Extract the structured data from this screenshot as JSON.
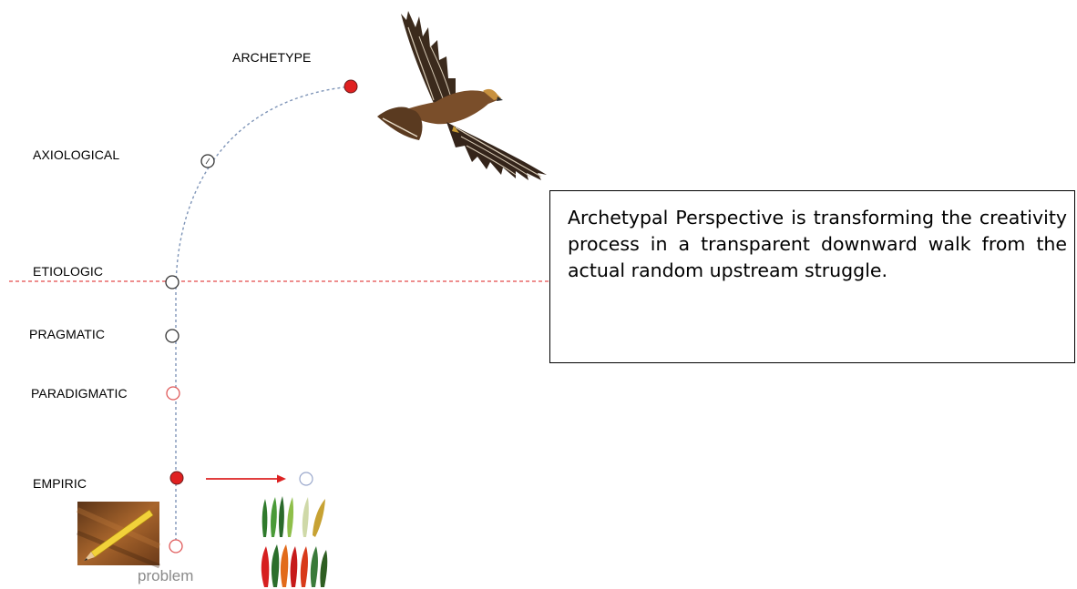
{
  "levels": {
    "archetype": "ARCHETYPE",
    "axiological": "AXIOLOGICAL",
    "etiologic": "ETIOLOGIC",
    "pragmatic": "PRAGMATIC",
    "paradigmatic": "PARADIGMATIC",
    "empiric": "EMPIRIC"
  },
  "description": "Archetypal Perspective is transforming the creativity process in a transparent downward walk from the actual random upstream struggle.",
  "problem_label": "problem",
  "colors": {
    "path_dash": "#7f95b8",
    "horizon_dash": "#e34a4a",
    "node_filled": "#e02020",
    "node_red_outline": "#e05a5a",
    "node_dark_outline": "#333333",
    "node_blue_outline": "#9aa8cc",
    "arrow": "#dd2222"
  },
  "icons": {
    "eagle": "eagle-illustration",
    "pencil": "pencil-photo",
    "peppers": "peppers-photo"
  }
}
